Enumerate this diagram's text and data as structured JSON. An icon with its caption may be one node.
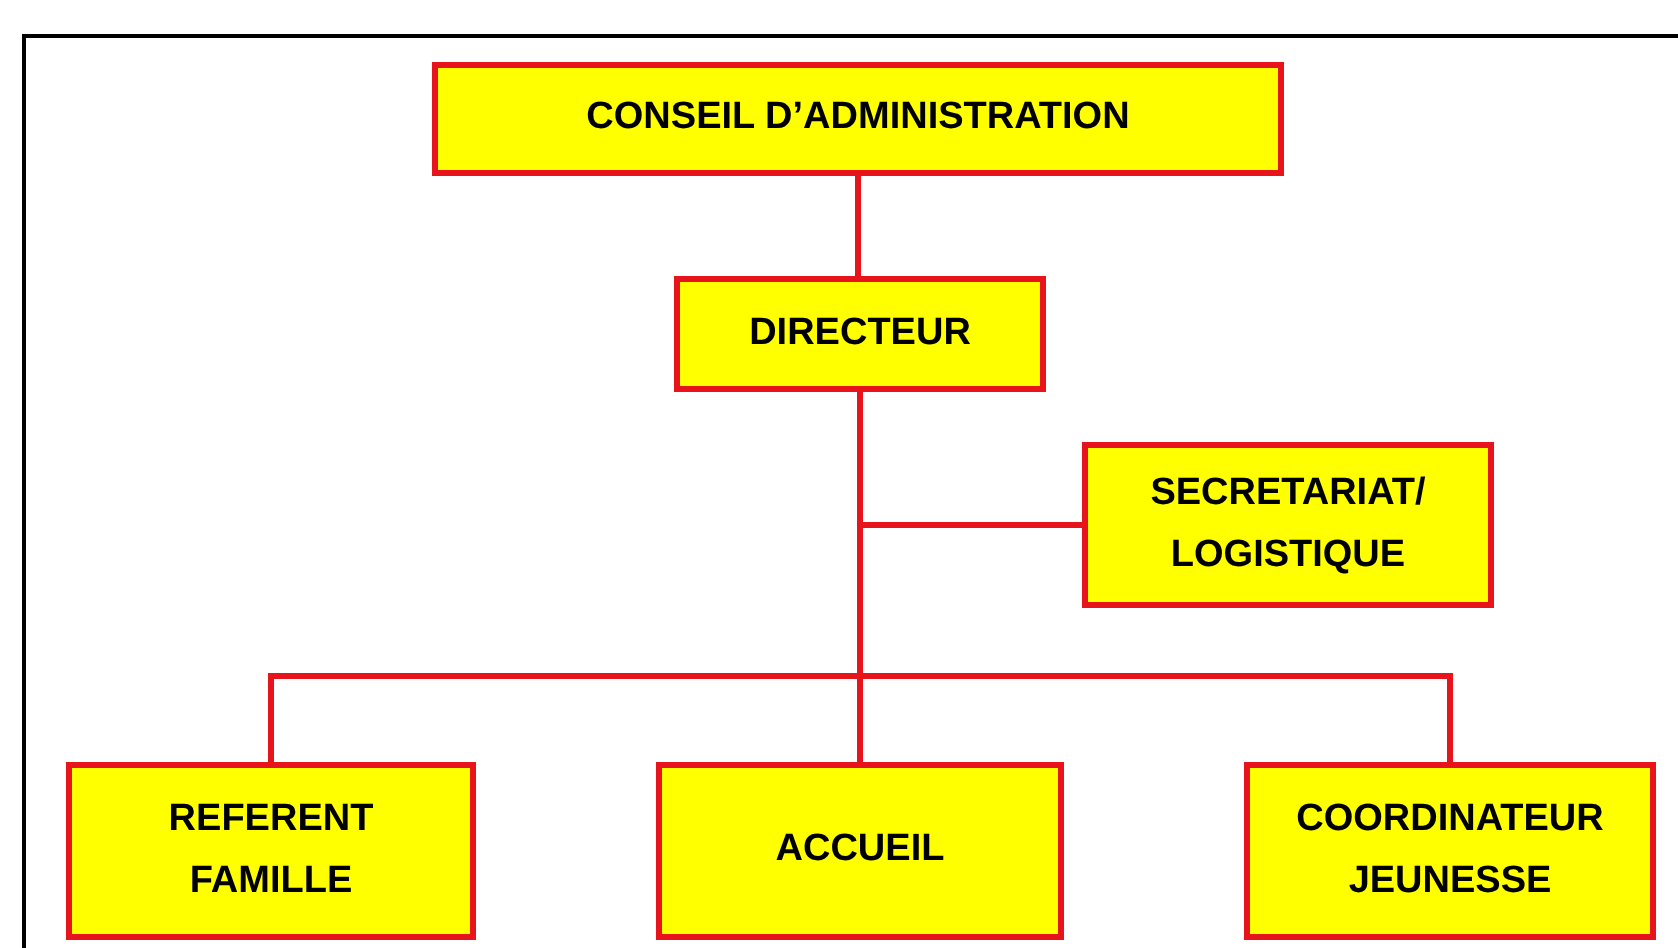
{
  "diagram": {
    "nodes": [
      {
        "text": [
          "CONSEIL D’ADMINISTRATION"
        ]
      },
      {
        "text": [
          "DIRECTEUR"
        ]
      },
      {
        "text": [
          "SECRETARIAT/ LOGISTIQUE"
        ]
      },
      {
        "text": [
          "REFERENT FAMILLE"
        ]
      },
      {
        "text": [
          "ACCUEIL"
        ]
      },
      {
        "text": [
          "COORDINATEUR JEUNESSE"
        ]
      }
    ],
    "edges": [
      {
        "from": 0,
        "to": 1,
        "arrow": "none"
      },
      {
        "from": 1,
        "to": 2,
        "arrow": "none"
      },
      {
        "from": 1,
        "to": 3,
        "arrow": "none"
      },
      {
        "from": 1,
        "to": 4,
        "arrow": "none"
      },
      {
        "from": 1,
        "to": 5,
        "arrow": "none"
      }
    ]
  }
}
